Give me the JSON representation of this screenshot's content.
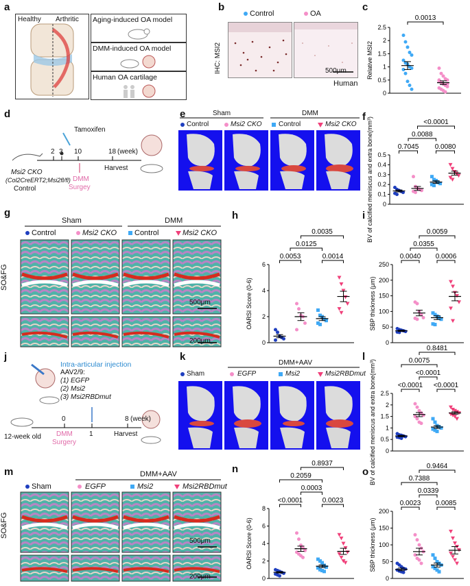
{
  "panels": {
    "a": "a",
    "b": "b",
    "c": "c",
    "d": "d",
    "e": "e",
    "f": "f",
    "g": "g",
    "h": "h",
    "i": "i",
    "j": "j",
    "k": "k",
    "l": "l",
    "m": "m",
    "n": "n",
    "o": "o"
  },
  "a": {
    "healthy": "Healthy",
    "arthritic": "Arthritic",
    "aging": "Aging-induced OA model",
    "dmm": "DMM-induced OA model",
    "human": "Human OA cartilage"
  },
  "b": {
    "legend_control": "Control",
    "legend_oa": "OA",
    "ylabel": "IHC: MSI2",
    "scale": "500μm",
    "caption": "Human",
    "colors": {
      "control": "#3fa9f5",
      "oa": "#f48fc8"
    }
  },
  "d": {
    "tamoxifen": "Tamoxifen",
    "t2": "2",
    "t3": "3",
    "t10": "10",
    "t18": "18",
    "week": "(week)",
    "dmm": "DMM",
    "surgery": "Surgey",
    "harvest": "Harvest",
    "cko": "Msi2 CKO",
    "genotype": "(Col2CreERT2;Msi2fl/fl)",
    "control": "Control"
  },
  "e": {
    "sham": "Sham",
    "dmm": "DMM",
    "control": "Control",
    "cko": "Msi2 CKO"
  },
  "g": {
    "sham": "Sham",
    "dmm": "DMM",
    "control": "Control",
    "cko": "Msi2 CKO",
    "stain": "SO&FG",
    "scale1": "500μm",
    "scale2": "200μm"
  },
  "j": {
    "title": "Intra-articular injection",
    "aav": "AAV2/9:",
    "opt1": "(1) EGFP",
    "opt2": "(2) Msi2",
    "opt3": "(3) Msi2RBDmut",
    "age": "12-week old",
    "t0": "0",
    "t1": "1",
    "t8": "8",
    "week": "(week)",
    "dmm": "DMM",
    "surgery": "Surgery",
    "harvest": "Harvest"
  },
  "k": {
    "group": "DMM+AAV",
    "sham": "Sham",
    "egfp": "EGFP",
    "msi2": "Msi2",
    "rbd": "Msi2RBDmut"
  },
  "m": {
    "group": "DMM+AAV",
    "sham": "Sham",
    "egfp": "EGFP",
    "msi2": "Msi2",
    "rbd": "Msi2RBDmut",
    "stain": "SO&FG",
    "scale1": "500μm",
    "scale2": "200μm"
  },
  "chart_data": [
    {
      "panel": "c",
      "type": "scatter",
      "ylabel": "Relative MSI2",
      "ylim": [
        0,
        2.5
      ],
      "yticks": [
        0,
        0.5,
        1,
        1.5,
        2,
        2.5
      ],
      "groups": [
        {
          "name": "Control",
          "color": "#3fa9f5",
          "values": [
            2.2,
            1.95,
            1.75,
            1.55,
            1.45,
            1.25,
            1.15,
            1.1,
            1.0,
            0.95,
            0.9,
            0.75,
            0.45,
            0.3,
            0.15
          ],
          "mean": 1.05,
          "sem": 0.15
        },
        {
          "name": "OA",
          "color": "#f48fc8",
          "values": [
            0.95,
            0.75,
            0.65,
            0.55,
            0.5,
            0.45,
            0.4,
            0.35,
            0.3,
            0.25,
            0.2,
            0.15,
            0.1,
            0.05,
            0.35,
            0.5
          ],
          "mean": 0.4,
          "sem": 0.07
        }
      ],
      "brackets": [
        {
          "from": 0,
          "to": 1,
          "level": 0,
          "label": "0.0013"
        }
      ]
    },
    {
      "panel": "f",
      "type": "scatter",
      "ylabel": "BV of calcified meniscus and extra bone(mm³)",
      "ylim": [
        0,
        0.5
      ],
      "yticks": [
        0,
        0.1,
        0.2,
        0.3,
        0.4,
        0.5
      ],
      "groups": [
        {
          "name": "Control",
          "marker": "circle",
          "color": "#1f3fbf",
          "values": [
            0.17,
            0.15,
            0.14,
            0.13,
            0.12,
            0.11,
            0.1
          ],
          "mean": 0.135,
          "sem": 0.01
        },
        {
          "name": "Msi2 CKO",
          "marker": "circle",
          "color": "#f48fc8",
          "values": [
            0.28,
            0.18,
            0.16,
            0.15,
            0.14,
            0.13,
            0.12
          ],
          "mean": 0.16,
          "sem": 0.02
        },
        {
          "name": "Control",
          "marker": "square",
          "color": "#3fa9f5",
          "values": [
            0.28,
            0.25,
            0.24,
            0.22,
            0.21,
            0.2,
            0.19
          ],
          "mean": 0.225,
          "sem": 0.013
        },
        {
          "name": "Msi2 CKO",
          "marker": "triangle",
          "color": "#f0407a",
          "values": [
            0.4,
            0.36,
            0.33,
            0.31,
            0.29,
            0.27,
            0.25
          ],
          "mean": 0.315,
          "sem": 0.02
        }
      ],
      "brackets": [
        {
          "from": 0,
          "to": 1,
          "level": 0,
          "label": "0.7045"
        },
        {
          "from": 2,
          "to": 3,
          "level": 0,
          "label": "0.0080"
        },
        {
          "from": 0.5,
          "to": 2,
          "level": 1,
          "label": "0.0088"
        },
        {
          "from": 1,
          "to": 3,
          "level": 2,
          "label": "<0.0001"
        }
      ]
    },
    {
      "panel": "h",
      "type": "scatter",
      "ylabel": "OARSI Score (0-6)",
      "ylim": [
        0,
        6
      ],
      "yticks": [
        0,
        2,
        4,
        6
      ],
      "groups": [
        {
          "name": "Control",
          "marker": "circle",
          "color": "#1f3fbf",
          "values": [
            1,
            0.8,
            0.5,
            0.4,
            0.3,
            0.2
          ],
          "mean": 0.5,
          "sem": 0.12
        },
        {
          "name": "Msi2 CKO",
          "marker": "circle",
          "color": "#f48fc8",
          "values": [
            3,
            2.6,
            2.1,
            2,
            1.5,
            1
          ],
          "mean": 2,
          "sem": 0.3
        },
        {
          "name": "Control",
          "marker": "square",
          "color": "#3fa9f5",
          "values": [
            2.5,
            2.1,
            2,
            1.8,
            1.7,
            1.5,
            1.4
          ],
          "mean": 1.85,
          "sem": 0.15
        },
        {
          "name": "Msi2 CKO",
          "marker": "triangle",
          "color": "#f0407a",
          "values": [
            5,
            4.5,
            4,
            3.5,
            3,
            2.6,
            2.3
          ],
          "mean": 3.55,
          "sem": 0.4
        }
      ],
      "brackets": [
        {
          "from": 0,
          "to": 1,
          "level": 0,
          "label": "0.0053"
        },
        {
          "from": 2,
          "to": 3,
          "level": 0,
          "label": "0.0014"
        },
        {
          "from": 0.5,
          "to": 2,
          "level": 1,
          "label": "0.0125"
        },
        {
          "from": 1,
          "to": 3,
          "level": 2,
          "label": "0.0035"
        }
      ]
    },
    {
      "panel": "i",
      "type": "scatter",
      "ylabel": "SBP thickness (μm)",
      "ylim": [
        0,
        250
      ],
      "yticks": [
        0,
        50,
        100,
        150,
        200,
        250
      ],
      "groups": [
        {
          "name": "Control",
          "marker": "circle",
          "color": "#1f3fbf",
          "values": [
            45,
            42,
            40,
            38,
            36,
            34,
            33
          ],
          "mean": 38,
          "sem": 2
        },
        {
          "name": "Msi2 CKO",
          "marker": "circle",
          "color": "#f48fc8",
          "values": [
            130,
            125,
            100,
            90,
            80,
            78,
            75
          ],
          "mean": 95,
          "sem": 9
        },
        {
          "name": "Control",
          "marker": "square",
          "color": "#3fa9f5",
          "values": [
            95,
            90,
            85,
            80,
            75,
            60,
            58
          ],
          "mean": 80,
          "sem": 6
        },
        {
          "name": "Msi2 CKO",
          "marker": "triangle",
          "color": "#f0407a",
          "values": [
            195,
            180,
            160,
            150,
            130,
            110,
            70
          ],
          "mean": 148,
          "sem": 14
        }
      ],
      "brackets": [
        {
          "from": 0,
          "to": 1,
          "level": 0,
          "label": "0.0040"
        },
        {
          "from": 2,
          "to": 3,
          "level": 0,
          "label": "0.0006"
        },
        {
          "from": 0.5,
          "to": 2,
          "level": 1,
          "label": "0.0355"
        },
        {
          "from": 1,
          "to": 3,
          "level": 2,
          "label": "0.0059"
        }
      ]
    },
    {
      "panel": "l",
      "type": "scatter",
      "ylabel": "BV of calcified meniscus and extra bone(mm³)",
      "ylim": [
        0,
        2.5
      ],
      "yticks": [
        0,
        0.5,
        1,
        1.5,
        2,
        2.5
      ],
      "groups": [
        {
          "name": "Sham",
          "marker": "circle",
          "color": "#1f3fbf",
          "values": [
            0.75,
            0.7,
            0.68,
            0.65,
            0.62,
            0.6,
            0.58,
            0.55
          ],
          "mean": 0.65,
          "sem": 0.03
        },
        {
          "name": "EGFP",
          "marker": "circle",
          "color": "#f48fc8",
          "values": [
            2.05,
            1.9,
            1.75,
            1.65,
            1.55,
            1.5,
            1.4,
            1.25,
            1.2
          ],
          "mean": 1.58,
          "sem": 0.09
        },
        {
          "name": "Msi2",
          "marker": "square",
          "color": "#3fa9f5",
          "values": [
            1.4,
            1.25,
            1.1,
            1.05,
            1.0,
            0.95,
            0.9,
            0.85
          ],
          "mean": 1.04,
          "sem": 0.06
        },
        {
          "name": "Msi2RBDmut",
          "marker": "triangle",
          "color": "#f0407a",
          "values": [
            1.9,
            1.8,
            1.75,
            1.7,
            1.65,
            1.6,
            1.55,
            1.5,
            1.4
          ],
          "mean": 1.65,
          "sem": 0.05
        }
      ],
      "brackets": [
        {
          "from": 0,
          "to": 1,
          "level": 0,
          "label": "<0.0001"
        },
        {
          "from": 2,
          "to": 3,
          "level": 0,
          "label": "<0.0001"
        },
        {
          "from": 1,
          "to": 2,
          "level": 1,
          "label": "<0.0001"
        },
        {
          "from": 0,
          "to": 2,
          "level": 2,
          "label": "0.0075"
        },
        {
          "from": 1,
          "to": 3,
          "level": 3,
          "label": "0.8481"
        }
      ]
    },
    {
      "panel": "n",
      "type": "scatter",
      "ylabel": "OARSI Score (0-6)",
      "ylim": [
        0,
        8
      ],
      "yticks": [
        0,
        2,
        4,
        6,
        8
      ],
      "groups": [
        {
          "name": "Sham",
          "marker": "circle",
          "color": "#1f3fbf",
          "values": [
            1,
            0.9,
            0.8,
            0.7,
            0.6,
            0.5,
            0.4,
            0.3
          ],
          "mean": 0.7,
          "sem": 0.08
        },
        {
          "name": "EGFP",
          "marker": "circle",
          "color": "#f48fc8",
          "values": [
            5.2,
            4.5,
            3.8,
            3.5,
            3.2,
            3,
            2.8,
            2.6,
            2.4
          ],
          "mean": 3.4,
          "sem": 0.3
        },
        {
          "name": "Msi2",
          "marker": "square",
          "color": "#3fa9f5",
          "values": [
            2.2,
            2,
            1.8,
            1.5,
            1.3,
            1.2,
            1,
            0.9,
            0.8
          ],
          "mean": 1.4,
          "sem": 0.15
        },
        {
          "name": "Msi2RBDmut",
          "marker": "triangle",
          "color": "#f0407a",
          "values": [
            5,
            4.6,
            4,
            3.5,
            3,
            2.8,
            2.4,
            2,
            1.8
          ],
          "mean": 3.1,
          "sem": 0.35
        }
      ],
      "brackets": [
        {
          "from": 0,
          "to": 1,
          "level": 0,
          "label": "<0.0001"
        },
        {
          "from": 2,
          "to": 3,
          "level": 0,
          "label": "0.0023"
        },
        {
          "from": 1,
          "to": 2,
          "level": 1,
          "label": "0.0003"
        },
        {
          "from": 0,
          "to": 2,
          "level": 2,
          "label": "0.2059"
        },
        {
          "from": 1,
          "to": 3,
          "level": 3,
          "label": "0.8937"
        }
      ]
    },
    {
      "panel": "o",
      "type": "scatter",
      "ylabel": "SBP thickness (μm)",
      "ylim": [
        0,
        200
      ],
      "yticks": [
        0,
        50,
        100,
        150,
        200
      ],
      "groups": [
        {
          "name": "Sham",
          "marker": "circle",
          "color": "#1f3fbf",
          "values": [
            45,
            40,
            35,
            30,
            28,
            25,
            22,
            20,
            18
          ],
          "mean": 27,
          "sem": 4
        },
        {
          "name": "EGFP",
          "marker": "circle",
          "color": "#f48fc8",
          "values": [
            130,
            115,
            100,
            90,
            80,
            70,
            60,
            55,
            45
          ],
          "mean": 80,
          "sem": 10
        },
        {
          "name": "Msi2",
          "marker": "square",
          "color": "#3fa9f5",
          "values": [
            70,
            60,
            50,
            45,
            40,
            35,
            30,
            25,
            20
          ],
          "mean": 40,
          "sem": 6
        },
        {
          "name": "Msi2RBDmut",
          "marker": "triangle",
          "color": "#f0407a",
          "values": [
            140,
            120,
            105,
            95,
            85,
            75,
            65,
            55,
            45
          ],
          "mean": 84,
          "sem": 11
        }
      ],
      "brackets": [
        {
          "from": 0,
          "to": 1,
          "level": 0,
          "label": "0.0023"
        },
        {
          "from": 2,
          "to": 3,
          "level": 0,
          "label": "0.0085"
        },
        {
          "from": 1,
          "to": 2,
          "level": 1,
          "label": "0.0339"
        },
        {
          "from": 0,
          "to": 2,
          "level": 2,
          "label": "0.7388"
        },
        {
          "from": 1,
          "to": 3,
          "level": 3,
          "label": "0.9464"
        }
      ]
    }
  ]
}
